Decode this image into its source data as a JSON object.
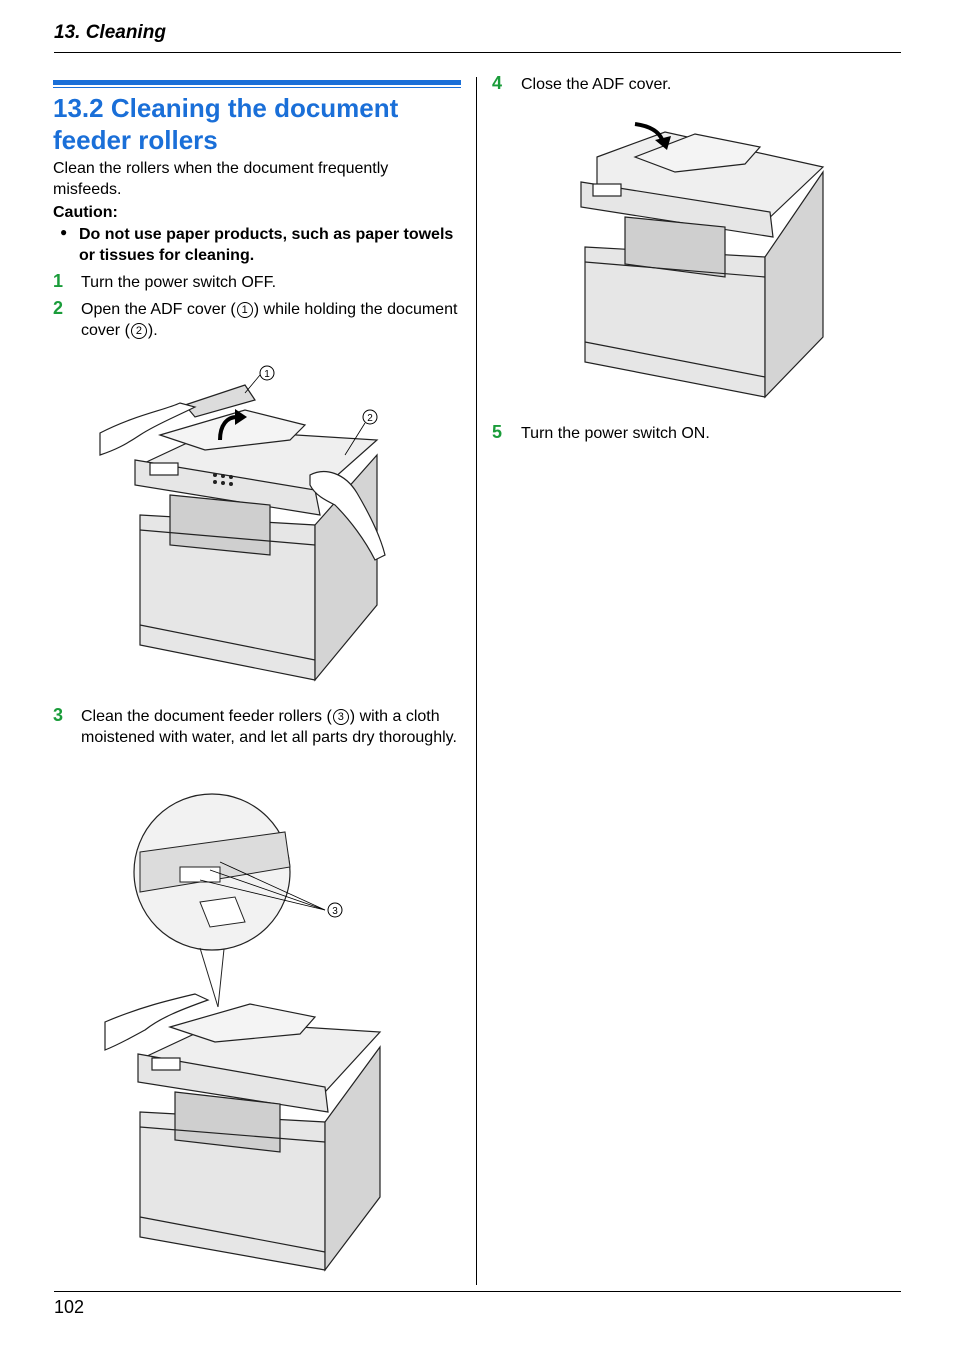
{
  "header": {
    "title": "13. Cleaning"
  },
  "footer": {
    "page_number": "102"
  },
  "section": {
    "title": "13.2 Cleaning the document feeder rollers",
    "intro": "Clean the rollers when the document frequently misfeeds.",
    "caution_label": "Caution:",
    "caution_bullet": "Do not use paper products, such as paper towels or tissues for cleaning."
  },
  "steps": [
    {
      "num": "1",
      "text": "Turn the power switch OFF."
    },
    {
      "num": "2",
      "text_a": "Open the ADF cover (",
      "mark_1": "1",
      "text_b": ") while holding the document cover (",
      "mark_2": "2",
      "text_c": ")."
    },
    {
      "num": "3",
      "text_a": "Clean the document feeder rollers (",
      "mark_1": "3",
      "text_b": ") with a cloth moistened with water, and let all parts dry thoroughly."
    },
    {
      "num": "4",
      "text": "Close the ADF cover."
    },
    {
      "num": "5",
      "text": "Turn the power switch ON."
    }
  ],
  "figures": {
    "fig1_callouts": [
      "1",
      "2"
    ],
    "fig2_callouts": [
      "3"
    ]
  },
  "colors": {
    "heading": "#1a6fd8",
    "step_number": "#1a9c3a",
    "printer_body": "#e6e6e6"
  }
}
